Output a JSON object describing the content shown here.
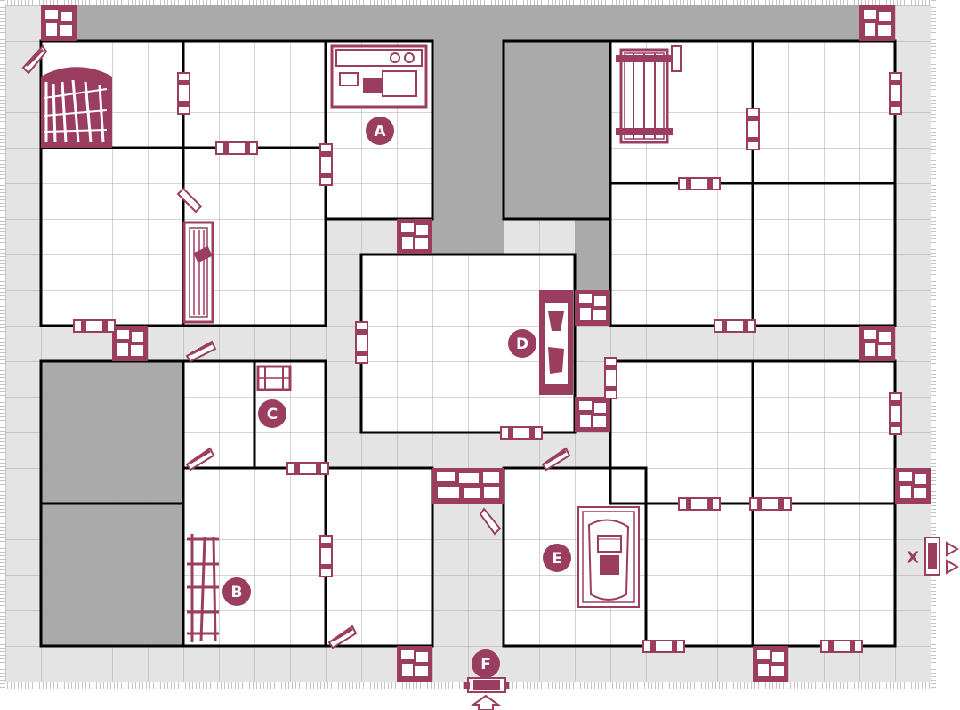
{
  "map": {
    "colors": {
      "accent": "#9b3d5f",
      "corridor": "#e4e4e4",
      "blocked": "#aaaaaa",
      "room": "#ffffff",
      "grid": "#a8a8a8",
      "wall": "#000000",
      "exit_text": "#9b3d5f"
    },
    "markers": [
      {
        "id": "A",
        "label": "A",
        "icon": "desk-icon"
      },
      {
        "id": "B",
        "label": "B",
        "icon": "weapon-rack-icon"
      },
      {
        "id": "C",
        "label": "C",
        "icon": "barrel-icon"
      },
      {
        "id": "D",
        "label": "D",
        "icon": "fireplace-icon"
      },
      {
        "id": "E",
        "label": "E",
        "icon": "rug-icon"
      },
      {
        "id": "F",
        "label": "F",
        "icon": "entrance-door-icon"
      }
    ],
    "exit": {
      "label": "X",
      "icon": "exit-arrows-icon"
    },
    "entry_arrow": {
      "icon": "entry-arrow-icon"
    }
  }
}
